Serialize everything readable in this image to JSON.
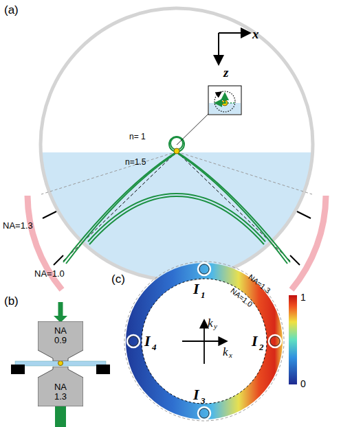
{
  "diagram": {
    "nodes": [
      {
        "text": [
          "NA 0.9"
        ]
      },
      {
        "text": [
          "NA 1.3"
        ]
      }
    ],
    "labels": [
      "(a)",
      "x",
      "z",
      "n= 1",
      "n=1.5",
      "NA=1.3",
      "NA=1.0",
      "(b)",
      "(c)",
      "I",
      "1",
      "I",
      "2",
      "I",
      "3",
      "I",
      "4",
      "NA=1.3",
      "NA=1.0",
      "k",
      "x",
      "k",
      "y",
      "1",
      "0"
    ]
  }
}
